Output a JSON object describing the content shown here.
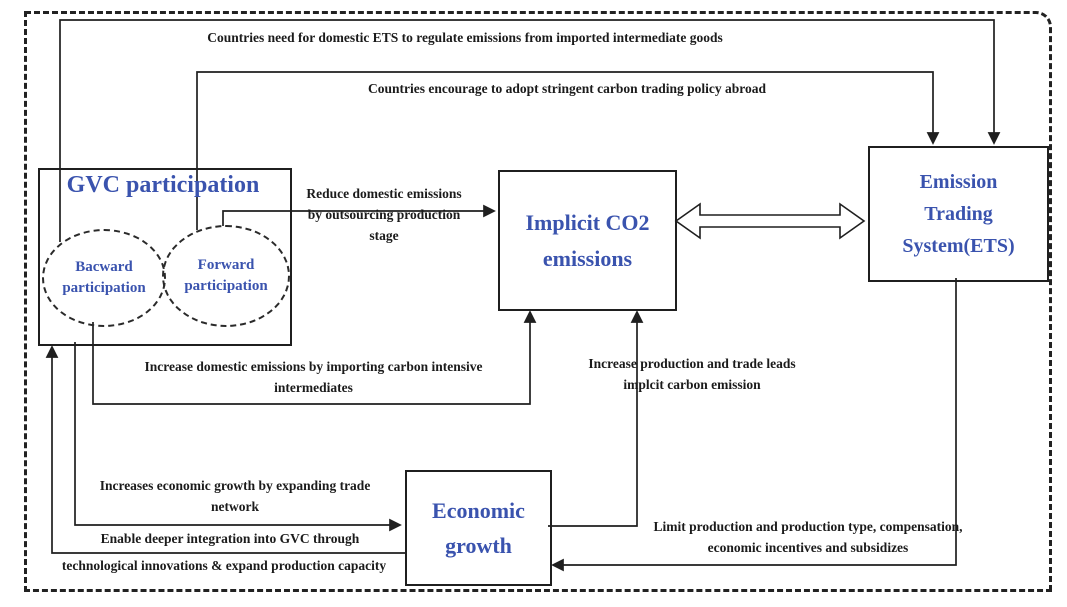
{
  "figure": {
    "background": "#ffffff",
    "accent_blue": "#3a53ae",
    "line_color": "#1f1f1f"
  },
  "nodes": {
    "gvc_box": {
      "title": "GVC participation"
    },
    "backward_ellipse": {
      "label": "Bacward\nparticipation"
    },
    "forward_ellipse": {
      "label": "Forward\nparticipation"
    },
    "implicit_box": {
      "title": "Implicit CO2\nemissions"
    },
    "ets_box": {
      "title": "Emission\nTrading\nSystem(ETS)"
    },
    "economic_box": {
      "title": "Economic\ngrowth"
    }
  },
  "edges": {
    "backward_to_ets": {
      "from": "Bacward participation",
      "to": "Emission Trading System(ETS)",
      "label": "Countries need for domestic ETS to regulate emissions from imported intermediate goods"
    },
    "forward_to_ets": {
      "from": "Forward participation",
      "to": "Emission Trading System(ETS)",
      "label": "Countries encourage to adopt stringent carbon trading policy abroad"
    },
    "forward_to_implicit": {
      "from": "Forward participation",
      "to": "Implicit CO2 emissions",
      "label": "Reduce domestic emissions\nby outsourcing production\nstage"
    },
    "backward_to_implicit": {
      "from": "Bacward participation",
      "to": "Implicit CO2 emissions",
      "label": "Increase domestic emissions by importing carbon intensive\nintermediates"
    },
    "economic_to_implicit": {
      "from": "Economic growth",
      "to": "Implicit CO2 emissions",
      "label": "Increase production and trade  leads\nimplcit carbon emission"
    },
    "gvc_to_economic": {
      "from": "GVC participation",
      "to": "Economic growth",
      "label": "Increases economic growth by expanding trade\nnetwork"
    },
    "economic_to_gvc": {
      "from": "Economic growth",
      "to": "GVC participation",
      "label_line1": "Enable deeper integration into GVC through",
      "label_line2": "technological innovations & expand production capacity"
    },
    "ets_to_economic": {
      "from": "Emission Trading System(ETS)",
      "to": "Economic growth",
      "label": "Limit production and production type, compensation,\neconomic incentives and subsidizes"
    },
    "implicit_ets_double_arrow": {
      "from": "Implicit CO2 emissions",
      "to": "Emission Trading System(ETS)",
      "label": ""
    }
  }
}
